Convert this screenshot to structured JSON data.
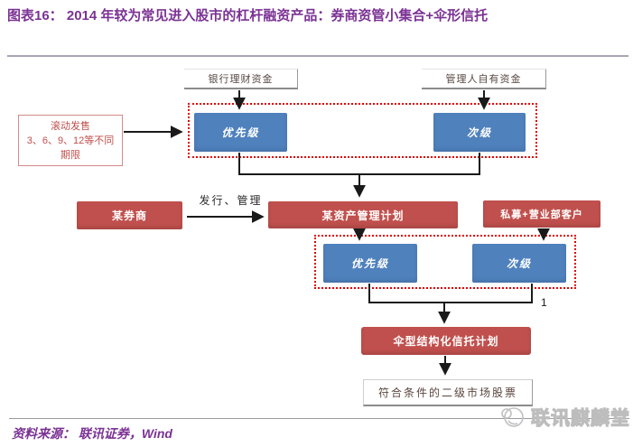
{
  "page": {
    "title": "图表16： 2014 年较为常见进入股市的杠杆融资产品：券商资管小集合+伞形信托"
  },
  "colors": {
    "title_purple": "#7B3294",
    "box_red": "#C0504D",
    "box_blue": "#4F81BD",
    "dotted_border_red": "#E00000",
    "arrow_black": "#1A1A1A",
    "watermark_gray": "#BDBDBD"
  },
  "diagram": {
    "nodes": {
      "bank_funds": {
        "label": "银行理财资金"
      },
      "manager_funds": {
        "label": "管理人自有资金"
      },
      "rolling_issue": {
        "line1": "滚动发售",
        "line2": "3、6、9、12等不同期限"
      },
      "senior_tranche_1": {
        "label": "优先级"
      },
      "junior_tranche_1": {
        "label": "次级"
      },
      "broker": {
        "label": "某券商"
      },
      "asset_mgmt_plan": {
        "label": "某资产管理计划"
      },
      "private_clients": {
        "label": "私募+营业部客户"
      },
      "senior_tranche_2": {
        "label": "优先级"
      },
      "junior_tranche_2": {
        "label": "次级"
      },
      "umbrella_trust": {
        "label": "伞型结构化信托计划"
      },
      "qualified_stocks": {
        "label": "符合条件的二级市场股票"
      }
    },
    "edge_labels": {
      "issue_manage": "发行、管理",
      "note_one": "1"
    },
    "edges": [
      "银行理财资金 → 优先级(资管)",
      "管理人自有资金 → 次级(资管)",
      "滚动发售说明 → 资管优先级/次级",
      "优先级+次级 → 某资产管理计划",
      "某券商 —发行、管理→ 某资产管理计划",
      "某资产管理计划 → 优先级(信托)",
      "私募+营业部客户 → 次级(信托)",
      "优先级+次级 → 伞型结构化信托计划",
      "伞型结构化信托计划 → 符合条件的二级市场股票"
    ]
  },
  "footer": {
    "source": "资料来源： 联讯证券，Wind",
    "watermark": "联讯麒麟堂"
  }
}
